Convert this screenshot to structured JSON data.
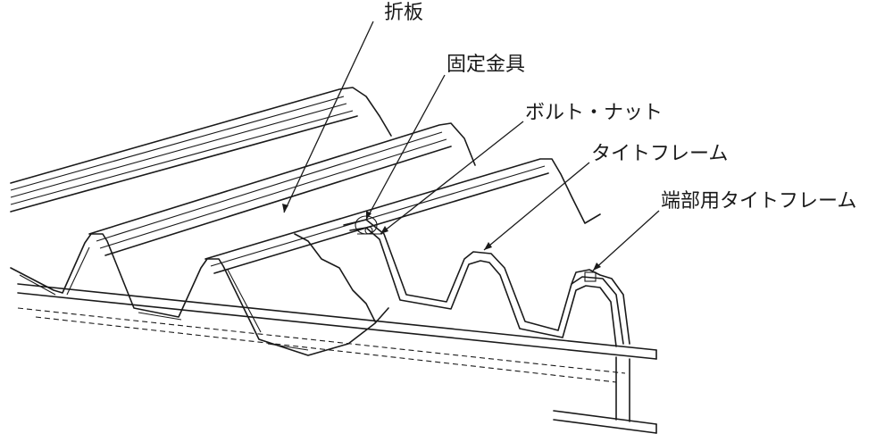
{
  "labels": {
    "folded_plate": "折板",
    "fixing_bracket": "固定金具",
    "bolt_nut": "ボルト・ナット",
    "tight_frame": "タイトフレーム",
    "end_tight_frame": "端部用タイトフレーム"
  }
}
